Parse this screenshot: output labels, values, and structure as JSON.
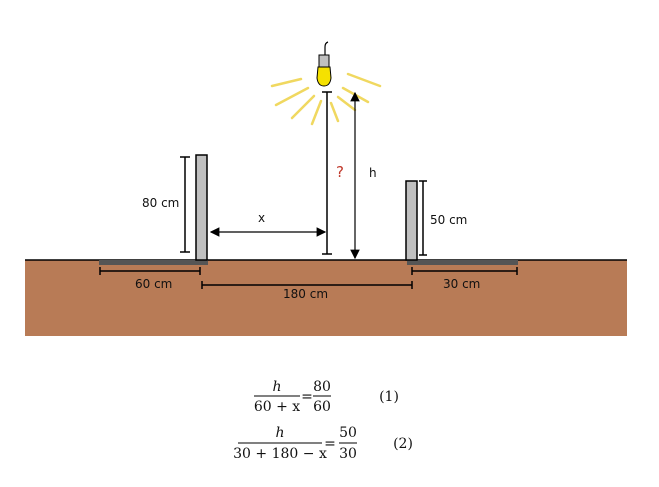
{
  "diagram": {
    "labels": {
      "left_pole_height": "80 cm",
      "right_pole_height": "50 cm",
      "distance_x": "x",
      "unknown": "?",
      "height_h": "h",
      "left_shadow": "60 cm",
      "between_poles": "180 cm",
      "right_shadow": "30 cm"
    },
    "colors": {
      "ground": "#b87b56",
      "shadow": "#555555",
      "pole": "#c0c0c0",
      "bulb": "#f5e100",
      "rays": "#f0d860",
      "question": "#c0392b"
    }
  },
  "equations": [
    {
      "num": "h",
      "den": "60 + x",
      "equals": "=",
      "rnum": "80",
      "rden": "60",
      "tag": "(1)"
    },
    {
      "num": "h",
      "den": "30 + 180 − x",
      "equals": "=",
      "rnum": "50",
      "rden": "30",
      "tag": "(2)"
    }
  ]
}
